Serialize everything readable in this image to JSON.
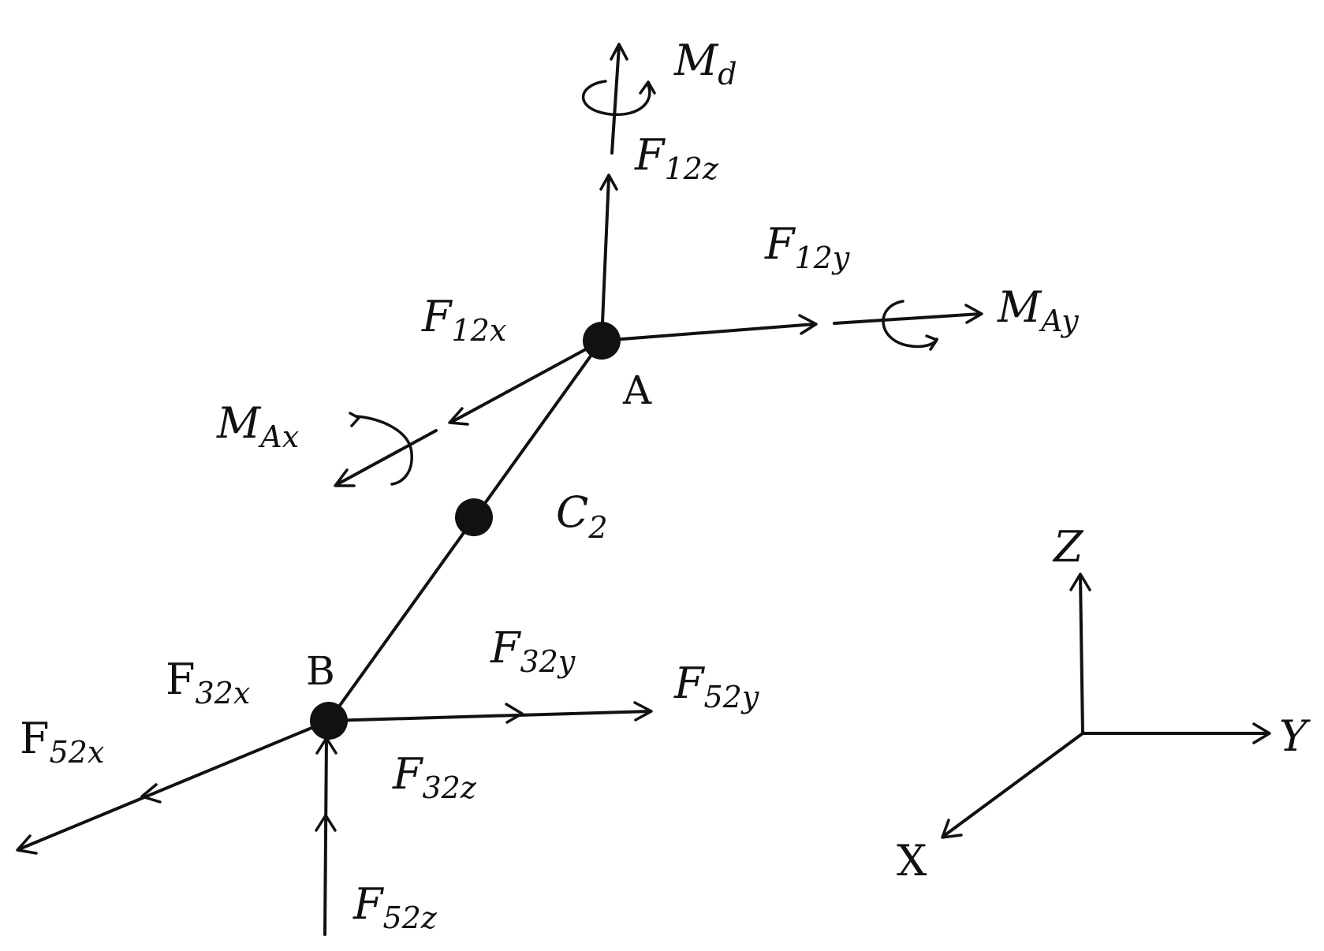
{
  "colors": {
    "ink": "#111111",
    "background": "#ffffff"
  },
  "points": {
    "A": "A",
    "B": "B",
    "C": "C",
    "C_sub": "2"
  },
  "forces": {
    "F12z": {
      "main": "F",
      "sub": "12z"
    },
    "F12y": {
      "main": "F",
      "sub": "12y"
    },
    "F12x": {
      "main": "F",
      "sub": "12x"
    },
    "F32x": {
      "main": "F",
      "sub": "32x"
    },
    "F32y": {
      "main": "F",
      "sub": "32y"
    },
    "F32z": {
      "main": "F",
      "sub": "32z"
    },
    "F52x": {
      "main": "F",
      "sub": "52x"
    },
    "F52y": {
      "main": "F",
      "sub": "52y"
    },
    "F52z": {
      "main": "F",
      "sub": "52z"
    }
  },
  "moments": {
    "Md": {
      "main": "M",
      "sub": "d"
    },
    "MAy": {
      "main": "M",
      "sub": "Ay"
    },
    "MAx": {
      "main": "M",
      "sub": "Ax"
    }
  },
  "axes": {
    "x": "X",
    "y": "Y",
    "z": "Z"
  }
}
